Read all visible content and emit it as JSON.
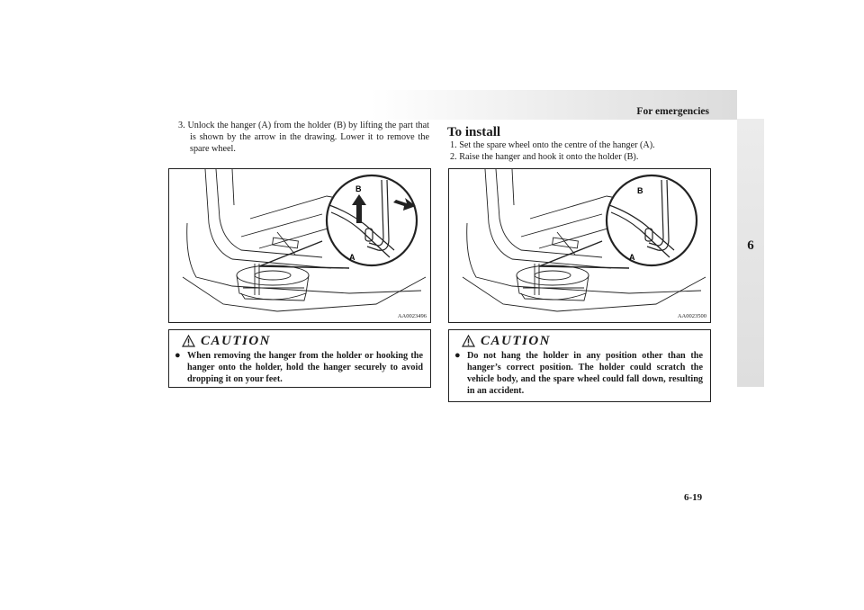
{
  "header": {
    "section_title": "For emergencies"
  },
  "side_tab": {
    "chapter_number": "6"
  },
  "left_column": {
    "step3": "3. Unlock the hanger (A) from the holder (B) by lifting the part that is shown by the arrow in the drawing. Lower it to remove the spare wheel.",
    "figure": {
      "label_a": "A",
      "label_b": "B",
      "code": "AA0023496"
    },
    "caution": {
      "title": "CAUTION",
      "bullet": "●",
      "text": "When removing the hanger from the holder or hooking the hanger onto the holder, hold the hanger securely to avoid dropping it on your feet."
    }
  },
  "right_column": {
    "install_title": "To install",
    "step1": "1. Set the spare wheel onto the centre of the hanger (A).",
    "step2": "2. Raise the hanger and hook it onto the holder (B).",
    "figure": {
      "label_a": "A",
      "label_b": "B",
      "code": "AA0023500"
    },
    "caution": {
      "title": "CAUTION",
      "bullet": "●",
      "text": "Do not hang the holder in any position other than the hanger’s correct position. The holder could scratch the vehicle body, and the spare wheel could fall down, resulting in an accident."
    }
  },
  "footer": {
    "page_number": "6-19"
  }
}
